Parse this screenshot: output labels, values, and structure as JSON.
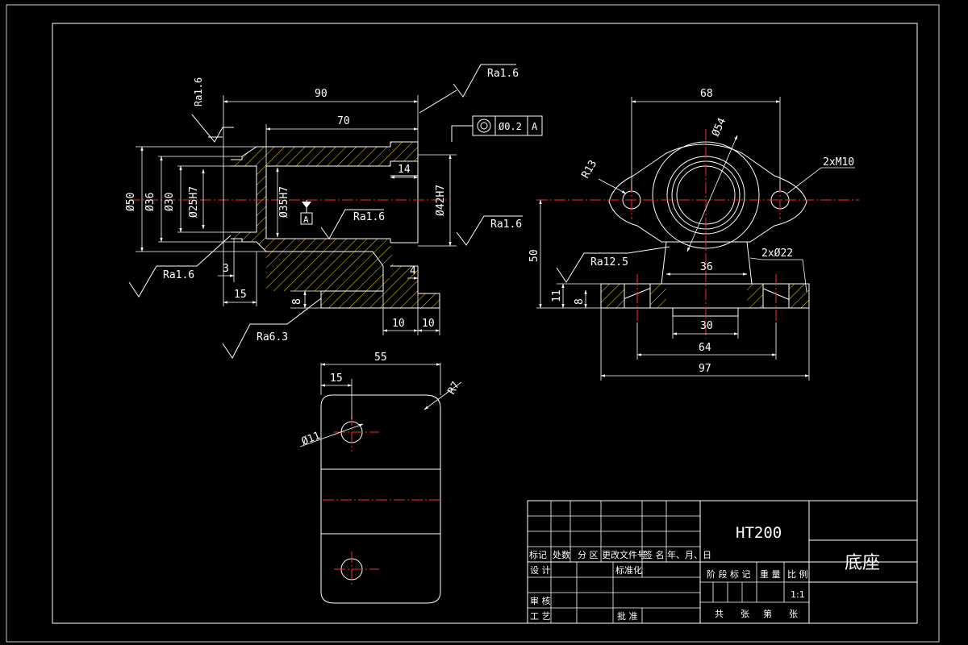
{
  "dimensions": {
    "front": [
      "90",
      "70",
      "14",
      "Ø50",
      "Ø36",
      "Ø30",
      "Ø25H7",
      "Ø35H7",
      "Ø42H7",
      "3",
      "15",
      "4",
      "8",
      "10",
      "10"
    ],
    "side": [
      "68",
      "Ø54",
      "R13",
      "2xM10",
      "50",
      "36",
      "2xØ22",
      "11",
      "8",
      "30",
      "64",
      "97"
    ],
    "top": [
      "55",
      "15",
      "R7",
      "Ø11"
    ]
  },
  "roughness": {
    "r1": "Ra1.6",
    "r2": "Ra1.6",
    "r3": "Ra1.6",
    "r4": "Ra1.6",
    "r5": "Ra1.6",
    "r6": "Ra6.3",
    "r7": "Ra12.5"
  },
  "tolerance": {
    "value": "Ø0.2",
    "datum": "A"
  },
  "datum_label": "A",
  "title_block": {
    "material": "HT200",
    "part_name": "底座",
    "scale": "1:1",
    "labels": {
      "mark": "标记",
      "count": "处数",
      "zone": "分 区",
      "doc_no": "更改文件号",
      "sign": "签 名",
      "date": "年、月、日",
      "design": "设 计",
      "standardize": "标准化",
      "stage_mark": "阶 段 标 记",
      "weight": "重 量",
      "ratio": "比 例",
      "review": "审 核",
      "process": "工 艺",
      "approve": "批 准",
      "total": "共",
      "sheets": "张",
      "no": "第",
      "sheet": "张"
    }
  }
}
